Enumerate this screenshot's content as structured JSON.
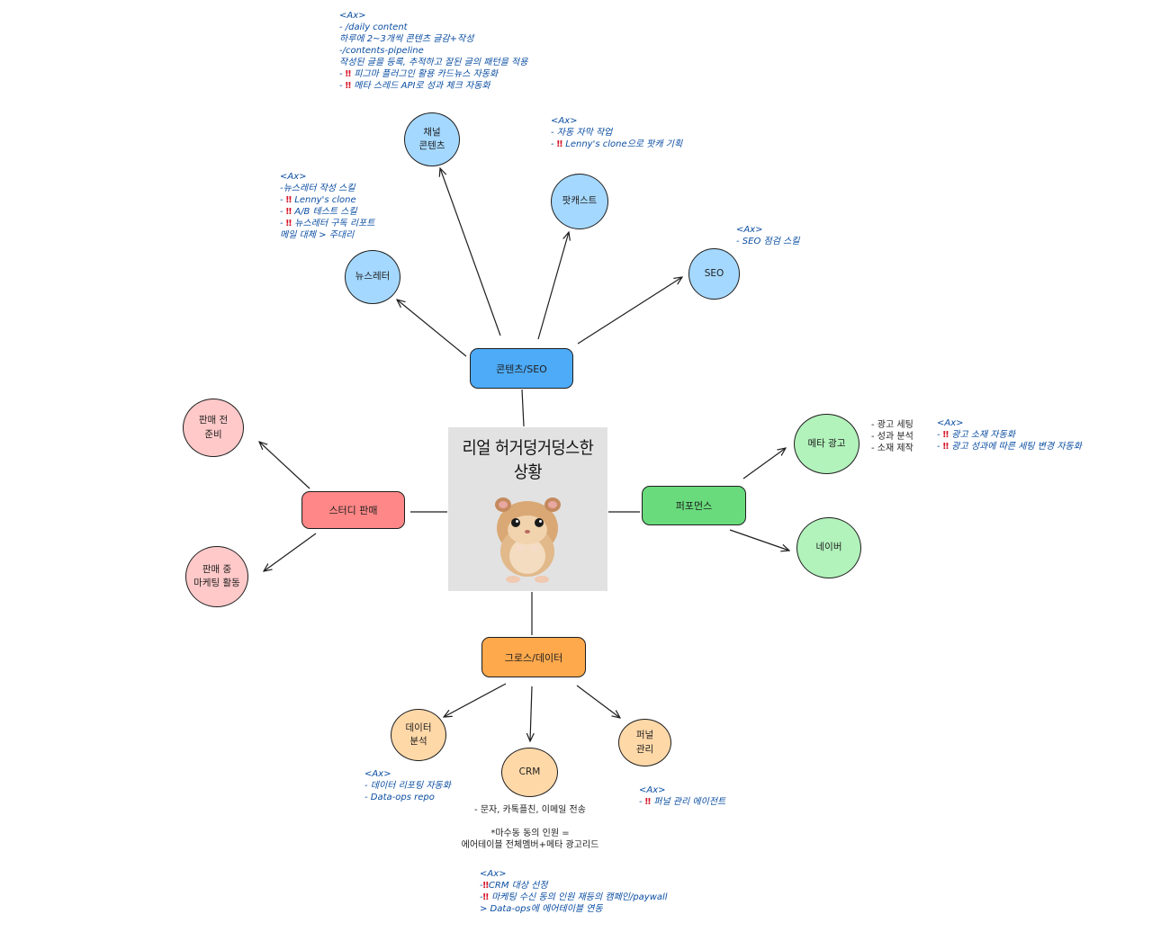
{
  "center": {
    "caption": "리얼 허거덩거덩스한 상황"
  },
  "hubs": {
    "content": "콘텐츠/SEO",
    "study": "스터디 판매",
    "performance": "퍼포먼스",
    "growth": "그로스/데이터"
  },
  "nodes": {
    "channel": "채널\n콘텐츠",
    "podcast": "팟캐스트",
    "seo": "SEO",
    "newsletter": "뉴스레터",
    "pre_sale": "판매 전\n준비",
    "mid_sale": "판매 중\n마케팅 활동",
    "meta_ads": "메타 광고",
    "naver": "네이버",
    "data_analysis": "데이터\n분석",
    "crm": "CRM",
    "funnel": "퍼널\n관리"
  },
  "notes": {
    "channel": [
      {
        "t": "<Ax>"
      },
      {
        "t": "- /daily content"
      },
      {
        "t": "하루에 2~3개씩 콘텐츠 글감+작성"
      },
      {
        "t": "-/contents-pipeline"
      },
      {
        "t": "작성된 글을 등록, 추적하고 잘된 글의 패턴을 적용"
      },
      {
        "b": "- ",
        "t": " 피그마 플러그인 활용 카드뉴스 자동화"
      },
      {
        "b": "- ",
        "t": " 메타 스레드 API로 성과 체크 자동화"
      }
    ],
    "podcast": [
      {
        "t": "<Ax>"
      },
      {
        "t": "- 자동 자막 작업"
      },
      {
        "b": "- ",
        "t": " Lenny's clone으로 팟캐 기획"
      }
    ],
    "newsletter": [
      {
        "t": "<Ax>"
      },
      {
        "t": "-뉴스레터 작성 스킬"
      },
      {
        "b": "- ",
        "t": " Lenny's clone"
      },
      {
        "b": "- ",
        "t": " A/B 테스트 스킬"
      },
      {
        "b": "- ",
        "t": " 뉴스레터 구독 리포트"
      },
      {
        "t": "메일 대체 > 주대리"
      }
    ],
    "seo": [
      {
        "t": "<Ax>"
      },
      {
        "t": "- SEO 점검 스킬"
      }
    ],
    "meta_left": [
      {
        "t": "- 광고 세팅"
      },
      {
        "t": "- 성과 분석"
      },
      {
        "t": "- 소재 제작"
      }
    ],
    "meta_right": [
      {
        "t": "<Ax>"
      },
      {
        "b": "- ",
        "t": " 광고 소재 자동화"
      },
      {
        "b": "- ",
        "t": " 광고 성과에 따른 세팅 변경 자동화"
      }
    ],
    "data_analysis": [
      {
        "t": "<Ax>"
      },
      {
        "t": "- 데이터 리포팅 자동화"
      },
      {
        "t": "- Data-ops repo"
      }
    ],
    "funnel": [
      {
        "t": "<Ax>"
      },
      {
        "b": "- ",
        "t": " 퍼널 관리 에이전트"
      }
    ],
    "crm_black": [
      {
        "t": "- 문자, 카톡플친, 이메일 전송"
      },
      {
        "t": " "
      },
      {
        "t": "*마수동 동의 인원 ="
      },
      {
        "t": "에어테이블 전체멤버+메타 광고리드"
      }
    ],
    "crm_blue": [
      {
        "t": "<Ax>"
      },
      {
        "b": "-",
        "t": "CRM 대상 선정"
      },
      {
        "b": "-",
        "t": " 마케팅 수신 동의 인원 재등의 캠페인/paywall"
      },
      {
        "t": "> Data-ops에 에어테이블 연동"
      }
    ]
  },
  "icons": {
    "bang": "‼"
  },
  "colors": {
    "content": "#4dabf7",
    "content_light": "#a5d8ff",
    "study": "#ff8787",
    "study_light": "#ffc9c9",
    "performance": "#69db7c",
    "performance_light": "#b2f2bb",
    "growth": "#ffa94d",
    "growth_light": "#ffd8a8",
    "note_blue": "#0b4ea2",
    "bang_red": "#d6182c"
  }
}
